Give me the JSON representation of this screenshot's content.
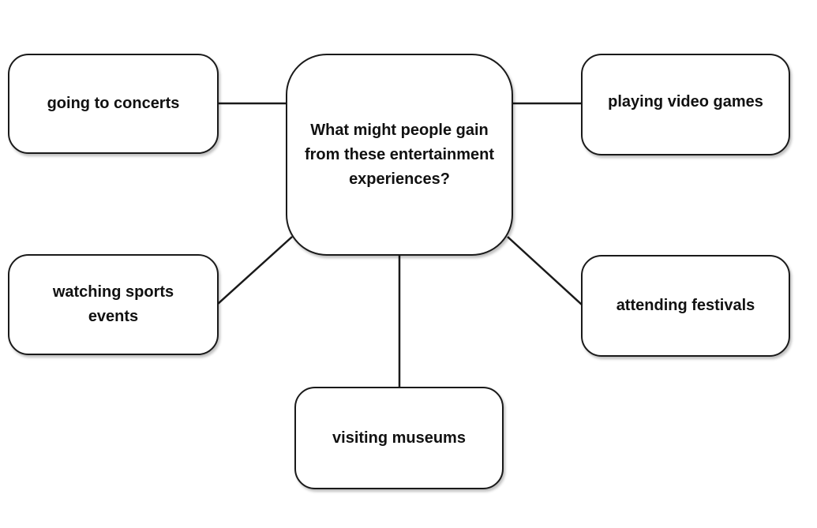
{
  "center_question": "What might people gain from these entertainment experiences?",
  "nodes": {
    "concerts": "going to concerts",
    "video_games": "playing video games",
    "sports": "watching sports events",
    "festivals": "attending festivals",
    "museums": "visiting museums"
  }
}
